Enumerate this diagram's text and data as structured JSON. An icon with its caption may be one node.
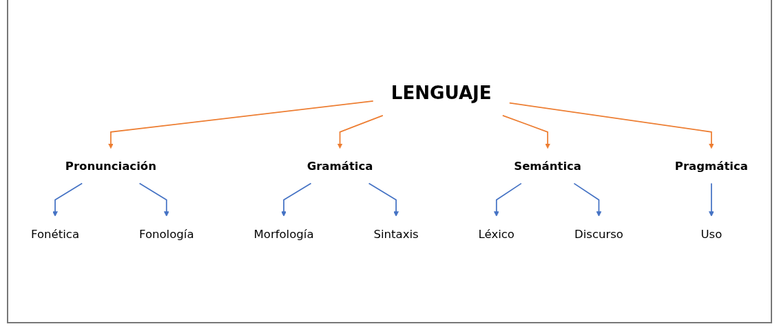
{
  "diagram": {
    "nodes": [
      {
        "text": [
          "LENGUAJE"
        ]
      },
      {
        "text": [
          "Pronunciación"
        ]
      },
      {
        "text": [
          "Gramática"
        ]
      },
      {
        "text": [
          "Semántica"
        ]
      },
      {
        "text": [
          "Pragmática"
        ]
      },
      {
        "text": [
          "Fonética"
        ]
      },
      {
        "text": [
          "Fonología"
        ]
      },
      {
        "text": [
          "Morfología"
        ]
      },
      {
        "text": [
          "Sintaxis"
        ]
      },
      {
        "text": [
          "Léxico"
        ]
      },
      {
        "text": [
          "Discurso"
        ]
      },
      {
        "text": [
          "Uso"
        ]
      }
    ],
    "edges": [
      {
        "from": 0,
        "to": 1,
        "arrow": "to",
        "color": "#ed7d31"
      },
      {
        "from": 0,
        "to": 2,
        "arrow": "to",
        "color": "#ed7d31"
      },
      {
        "from": 0,
        "to": 3,
        "arrow": "to",
        "color": "#ed7d31"
      },
      {
        "from": 0,
        "to": 4,
        "arrow": "to",
        "color": "#ed7d31"
      },
      {
        "from": 1,
        "to": 5,
        "arrow": "to"
      },
      {
        "from": 1,
        "to": 6,
        "arrow": "to"
      },
      {
        "from": 2,
        "to": 7,
        "arrow": "to"
      },
      {
        "from": 2,
        "to": 8,
        "arrow": "to"
      },
      {
        "from": 3,
        "to": 9,
        "arrow": "to"
      },
      {
        "from": 3,
        "to": 10,
        "arrow": "to"
      },
      {
        "from": 4,
        "to": 11,
        "arrow": "to"
      }
    ]
  }
}
